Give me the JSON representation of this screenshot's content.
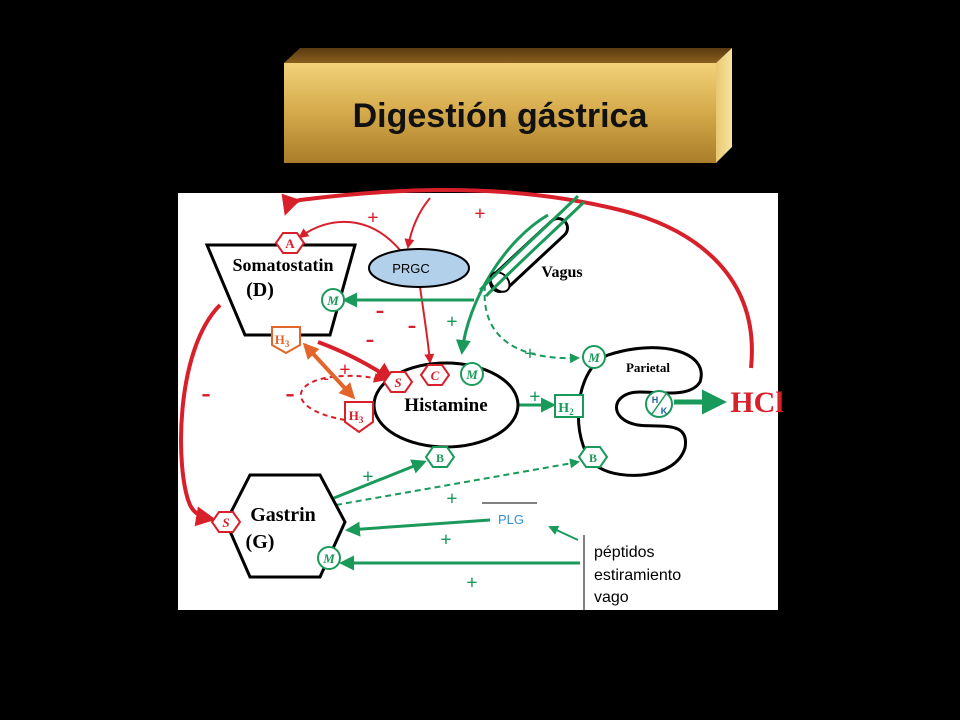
{
  "title": "Digestión gástrica",
  "colors": {
    "background": "#000000",
    "panel": "#ffffff",
    "stimulatory": "#1a9a5a",
    "inhibitory": "#d8202b",
    "histamine_h3": "#e4652a",
    "title_gold": "#c9a24a"
  },
  "cells": {
    "somatostatin": "Somatostatin",
    "somatostatin_d": "(D)",
    "gastrin": "Gastrin",
    "gastrin_g": "(G)",
    "histamine": "Histamine",
    "parietal": "Parietal",
    "vagus": "Vagus",
    "hcl": "HCl",
    "prgc": "PRGC",
    "plg": "PLG"
  },
  "receptors": {
    "a": "A",
    "m": "M",
    "h3": "H",
    "h3_sub": "3",
    "s": "S",
    "c": "C",
    "b": "B",
    "h2": "H",
    "h2_sub": "2",
    "pump_h": "H",
    "pump_k": "K"
  },
  "signs": {
    "plus": "+",
    "minus": "-"
  },
  "stimuli": [
    "péptidos",
    "estiramiento",
    "vago"
  ]
}
